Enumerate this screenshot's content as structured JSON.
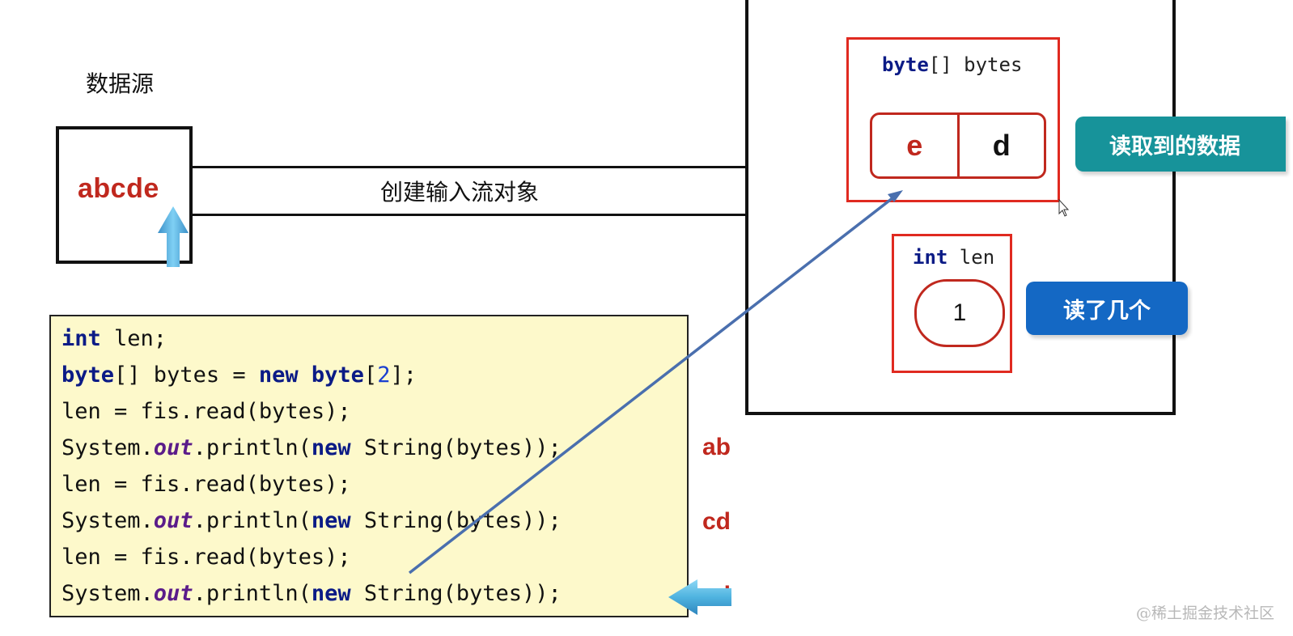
{
  "source": {
    "label": "数据源",
    "content": "abcde"
  },
  "stream": {
    "label": "创建输入流对象"
  },
  "memory": {
    "bytes_kw": "byte",
    "bytes_rest": "[] bytes",
    "cells": [
      {
        "value": "e",
        "color": "#c0281e"
      },
      {
        "value": "d",
        "color": "#111111"
      }
    ],
    "len_kw": "int",
    "len_rest": " len",
    "len_value": "1"
  },
  "callouts": {
    "data_read": "读取到的数据",
    "count_read": "读了几个"
  },
  "colors": {
    "red_border": "#e02a20",
    "teal_badge": "#17939a",
    "blue_badge": "#1468c4",
    "code_bg": "#fdf9cb",
    "keyword": "#0b1b86"
  },
  "code": [
    [
      {
        "t": "int",
        "c": "kw"
      },
      {
        "t": " len;",
        "c": ""
      }
    ],
    [
      {
        "t": "byte",
        "c": "kw"
      },
      {
        "t": "[] bytes = ",
        "c": ""
      },
      {
        "t": "new",
        "c": "kw"
      },
      {
        "t": " ",
        "c": ""
      },
      {
        "t": "byte",
        "c": "kw"
      },
      {
        "t": "[",
        "c": ""
      },
      {
        "t": "2",
        "c": "num"
      },
      {
        "t": "];",
        "c": ""
      }
    ],
    [
      {
        "t": "len = fis.read(bytes);",
        "c": ""
      }
    ],
    [
      {
        "t": "System.",
        "c": ""
      },
      {
        "t": "out",
        "c": "fld"
      },
      {
        "t": ".println(",
        "c": ""
      },
      {
        "t": "new",
        "c": "kw"
      },
      {
        "t": " String(bytes));",
        "c": ""
      }
    ],
    [
      {
        "t": "len = fis.read(bytes);",
        "c": ""
      }
    ],
    [
      {
        "t": "System.",
        "c": ""
      },
      {
        "t": "out",
        "c": "fld"
      },
      {
        "t": ".println(",
        "c": ""
      },
      {
        "t": "new",
        "c": "kw"
      },
      {
        "t": " String(bytes));",
        "c": ""
      }
    ],
    [
      {
        "t": "len = fis.read(bytes);",
        "c": ""
      }
    ],
    [
      {
        "t": "System.",
        "c": ""
      },
      {
        "t": "out",
        "c": "fld"
      },
      {
        "t": ".println(",
        "c": ""
      },
      {
        "t": "new",
        "c": "kw"
      },
      {
        "t": " String(bytes));",
        "c": ""
      }
    ]
  ],
  "outputs": [
    "ab",
    "cd",
    "ed"
  ],
  "watermark": "@稀土掘金技术社区"
}
